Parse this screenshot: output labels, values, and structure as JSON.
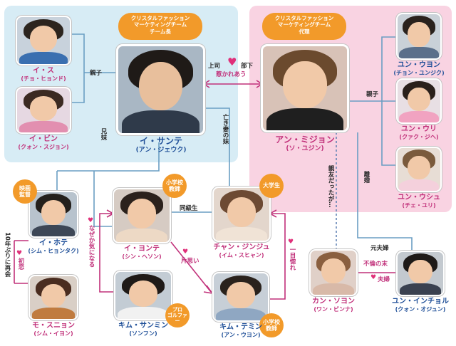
{
  "colors": {
    "panel_left": "#d7ecf5",
    "panel_right": "#f9d3e2",
    "badge": "#f29a2a",
    "name_blue": "#1f4f98",
    "love_pink": "#c1307a"
  },
  "titles": {
    "santae": [
      "クリスタルファッション",
      "マーケティングチーム",
      "チーム長"
    ],
    "mijeon": [
      "クリスタルファッション",
      "マーケティングチーム",
      "代理"
    ]
  },
  "people": {
    "isu": {
      "name": "イ・ス",
      "actor": "(チョ・ヒョンド)"
    },
    "ibin": {
      "name": "イ・ビン",
      "actor": "(クォン・スジョン)"
    },
    "santae": {
      "name": "イ・サンテ",
      "actor": "(アン・ジェウク)"
    },
    "mijeon": {
      "name": "アン・ミジョン",
      "actor": "(ソ・ユジン)"
    },
    "uwon": {
      "name": "ユン・ウヨン",
      "actor": "(チョン・ユンジク)"
    },
    "uri": {
      "name": "ユン・ウリ",
      "actor": "(クァク・ジヘ)"
    },
    "ushu": {
      "name": "ユン・ウシュ",
      "actor": "(チェ・ユリ)"
    },
    "hote": {
      "name": "イ・ホテ",
      "actor": "(シム・ヒョンタク)"
    },
    "sunie": {
      "name": "モ・スニョン",
      "actor": "(シム・イヨン)"
    },
    "yonte": {
      "name": "イ・ヨンテ",
      "actor": "(シン・ヘソン)"
    },
    "jinju": {
      "name": "チャン・ジンジュ",
      "actor": "(イム・スヒャン)"
    },
    "sangmin": {
      "name": "キム・サンミン",
      "actor": "(ソンフン)"
    },
    "temin": {
      "name": "キム・テミン",
      "actor": "(アン・ウヨン)"
    },
    "soyon": {
      "name": "カン・ソヨン",
      "actor": "(ワン・ビンナ)"
    },
    "injeol": {
      "name": "ユン・インチョル",
      "actor": "(クォン・オジュン)"
    }
  },
  "relations": {
    "joushi": "上司",
    "buka": "部下",
    "hikare": "惹かれあう",
    "oyako_left": "親子",
    "oyako_right": "親子",
    "kyoudai": "兄妹",
    "nakitsuma": "亡き妻の妹",
    "shinyu": "親友だったが…",
    "rikon": "離婚",
    "moto_fufu": "元夫婦",
    "furin": "不倫の末",
    "fufu": "夫婦",
    "doukyuusei": "同級生",
    "katamoi": "片思い",
    "hitomebore": "一目惚れ",
    "nazeka": "なぜか気になる",
    "saikai": "10年ぶりに再会",
    "hatsukoi": "初恋"
  },
  "badges": {
    "eiga": [
      "映画",
      "監督"
    ],
    "shougakkou1": [
      "小学校",
      "教師"
    ],
    "daigakusei": [
      "大学生"
    ],
    "pro": [
      "プロ",
      "ゴルファー"
    ],
    "shougakkou2": [
      "小学校",
      "教師"
    ]
  }
}
